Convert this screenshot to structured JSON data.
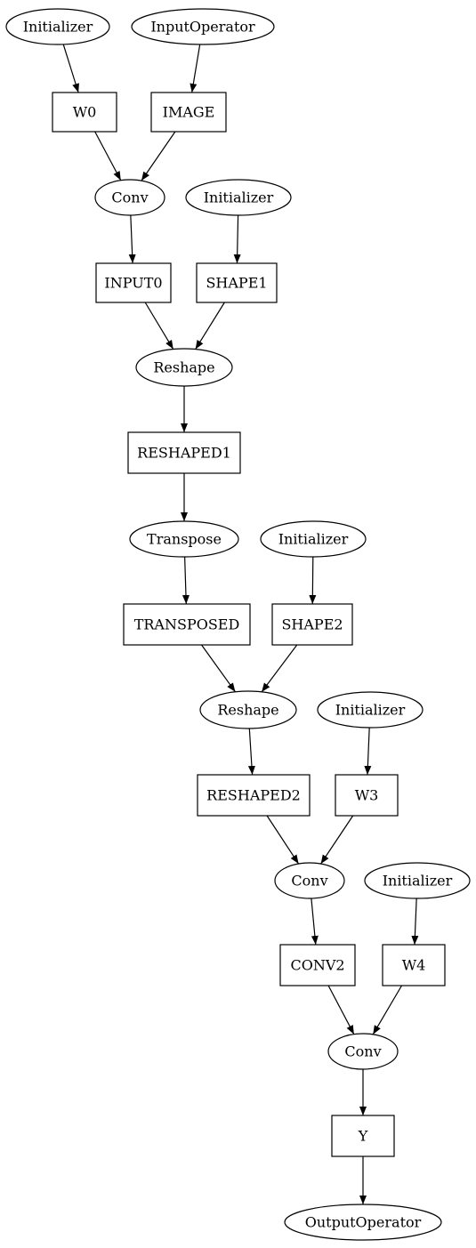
{
  "nodes": {
    "init1": {
      "label": "Initializer",
      "kind": "operator"
    },
    "inop": {
      "label": "InputOperator",
      "kind": "operator"
    },
    "w0": {
      "label": "W0",
      "kind": "tensor"
    },
    "image": {
      "label": "IMAGE",
      "kind": "tensor"
    },
    "conv1": {
      "label": "Conv",
      "kind": "operator"
    },
    "init2": {
      "label": "Initializer",
      "kind": "operator"
    },
    "input0": {
      "label": "INPUT0",
      "kind": "tensor"
    },
    "shape1": {
      "label": "SHAPE1",
      "kind": "tensor"
    },
    "reshape1": {
      "label": "Reshape",
      "kind": "operator"
    },
    "reshaped1": {
      "label": "RESHAPED1",
      "kind": "tensor"
    },
    "transpose": {
      "label": "Transpose",
      "kind": "operator"
    },
    "init3": {
      "label": "Initializer",
      "kind": "operator"
    },
    "transposed": {
      "label": "TRANSPOSED",
      "kind": "tensor"
    },
    "shape2": {
      "label": "SHAPE2",
      "kind": "tensor"
    },
    "reshape2": {
      "label": "Reshape",
      "kind": "operator"
    },
    "init4": {
      "label": "Initializer",
      "kind": "operator"
    },
    "reshaped2": {
      "label": "RESHAPED2",
      "kind": "tensor"
    },
    "w3": {
      "label": "W3",
      "kind": "tensor"
    },
    "conv2": {
      "label": "Conv",
      "kind": "operator"
    },
    "init5": {
      "label": "Initializer",
      "kind": "operator"
    },
    "conv2out": {
      "label": "CONV2",
      "kind": "tensor"
    },
    "w4": {
      "label": "W4",
      "kind": "tensor"
    },
    "conv3": {
      "label": "Conv",
      "kind": "operator"
    },
    "y": {
      "label": "Y",
      "kind": "tensor"
    },
    "outop": {
      "label": "OutputOperator",
      "kind": "operator"
    }
  },
  "edges": [
    [
      "init1",
      "w0"
    ],
    [
      "inop",
      "image"
    ],
    [
      "w0",
      "conv1"
    ],
    [
      "image",
      "conv1"
    ],
    [
      "conv1",
      "input0"
    ],
    [
      "init2",
      "shape1"
    ],
    [
      "input0",
      "reshape1"
    ],
    [
      "shape1",
      "reshape1"
    ],
    [
      "reshape1",
      "reshaped1"
    ],
    [
      "reshaped1",
      "transpose"
    ],
    [
      "transpose",
      "transposed"
    ],
    [
      "init3",
      "shape2"
    ],
    [
      "transposed",
      "reshape2"
    ],
    [
      "shape2",
      "reshape2"
    ],
    [
      "reshape2",
      "reshaped2"
    ],
    [
      "init4",
      "w3"
    ],
    [
      "reshaped2",
      "conv2"
    ],
    [
      "w3",
      "conv2"
    ],
    [
      "conv2",
      "conv2out"
    ],
    [
      "init5",
      "w4"
    ],
    [
      "conv2out",
      "conv3"
    ],
    [
      "w4",
      "conv3"
    ],
    [
      "conv3",
      "y"
    ],
    [
      "y",
      "outop"
    ]
  ]
}
